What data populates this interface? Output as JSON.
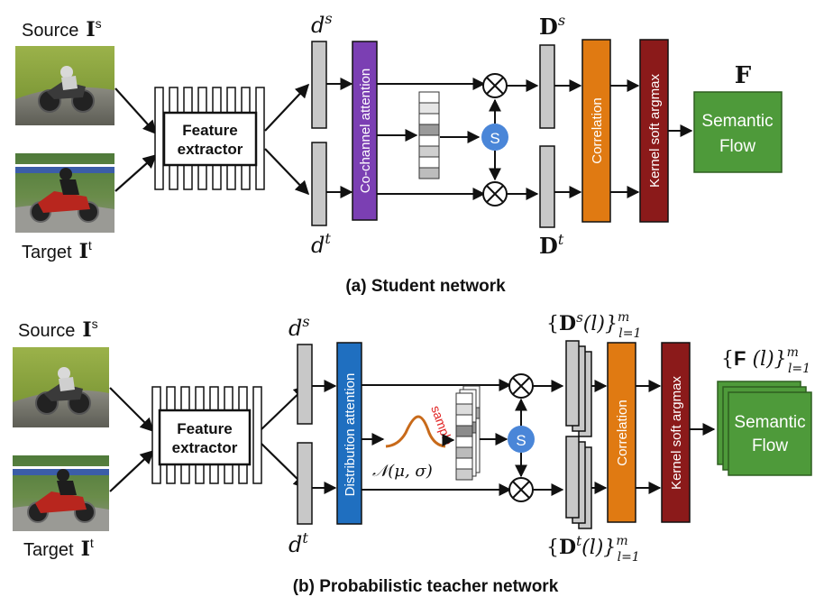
{
  "student": {
    "source_label": "Source",
    "source_symbol": "I",
    "source_sup": "s",
    "target_label": "Target",
    "target_symbol": "I",
    "target_sup": "t",
    "feature_extractor_line1": "Feature",
    "feature_extractor_line2": "extractor",
    "ds_base": "d",
    "ds_sup": "s",
    "dt_base": "d",
    "dt_sup": "t",
    "attention_label": "Co-channel attention",
    "s_symbol": "S",
    "Ds_base": "D",
    "Ds_sup": "s",
    "Dt_base": "D",
    "Dt_sup": "t",
    "correlation_label": "Correlation",
    "argmax_label": "Kernel soft argmax",
    "F_label": "F",
    "flow_line1": "Semantic",
    "flow_line2": "Flow",
    "caption": "(a) Student network"
  },
  "teacher": {
    "source_label": "Source",
    "source_symbol": "I",
    "source_sup": "s",
    "target_label": "Target",
    "target_symbol": "I",
    "target_sup": "t",
    "feature_extractor_line1": "Feature",
    "feature_extractor_line2": "extractor",
    "ds_base": "d",
    "ds_sup": "s",
    "dt_base": "d",
    "dt_sup": "t",
    "attention_label": "Distribution attention",
    "gaussian_label": "𝒩(μ, σ)",
    "sample_label": "sample",
    "s_symbol": "S",
    "Ds_set_open": "{",
    "Ds_base": "D",
    "Ds_sup": "s",
    "Ds_arg": "(l)}",
    "Ds_range_sup": "m",
    "Ds_range_sub": "l=1",
    "Dt_set_open": "{",
    "Dt_base": "D",
    "Dt_sup": "t",
    "Dt_arg": "(l)}",
    "Dt_range_sup": "m",
    "Dt_range_sub": "l=1",
    "correlation_label": "Correlation",
    "argmax_label": "Kernel soft argmax",
    "F_set_open": "{",
    "F_base": "F",
    "F_arg": " (l)}",
    "F_range_sup": "m",
    "F_range_sub": "l=1",
    "flow_line1": "Semantic",
    "flow_line2": "Flow",
    "caption": "(b) Probabilistic teacher network"
  },
  "colors": {
    "co_channel_attention": "#7b3fb3",
    "distribution_attention": "#1f6fc0",
    "correlation": "#e07a12",
    "kernel_soft_argmax": "#8b1a1a",
    "semantic_flow": "#4e9a3a",
    "s_node": "#4a86d8",
    "feature_bar": "#c8c8c8",
    "gaussian": "#c86a1a",
    "sample_text": "#e02020"
  }
}
